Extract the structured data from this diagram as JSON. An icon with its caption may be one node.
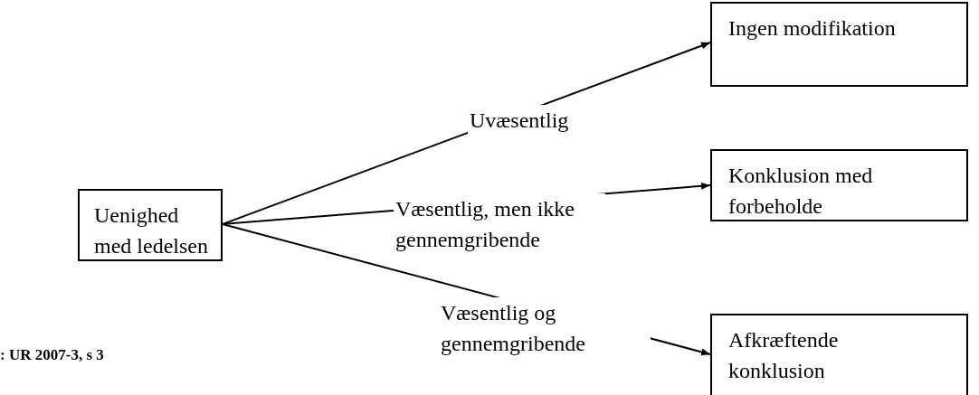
{
  "diagram": {
    "nodes": [
      {
        "text": [
          "Uenighed med ledelsen"
        ]
      },
      {
        "text": [
          "Ingen modifikation"
        ]
      },
      {
        "text": [
          "Konklusion med forbeholde"
        ]
      },
      {
        "text": [
          "Afkræftende konklusion"
        ]
      }
    ],
    "edges": [
      {
        "from": 0,
        "to": 1,
        "arrow": "to",
        "label": "Uvæsentlig"
      },
      {
        "from": 0,
        "to": 2,
        "arrow": "to",
        "label": "Væsentlig, men ikke gennemgribende"
      },
      {
        "from": 0,
        "to": 3,
        "arrow": "to",
        "label": "Væsentlig og gennemgribende"
      }
    ],
    "labels": [
      ": UR 2007-3, s 3"
    ]
  }
}
